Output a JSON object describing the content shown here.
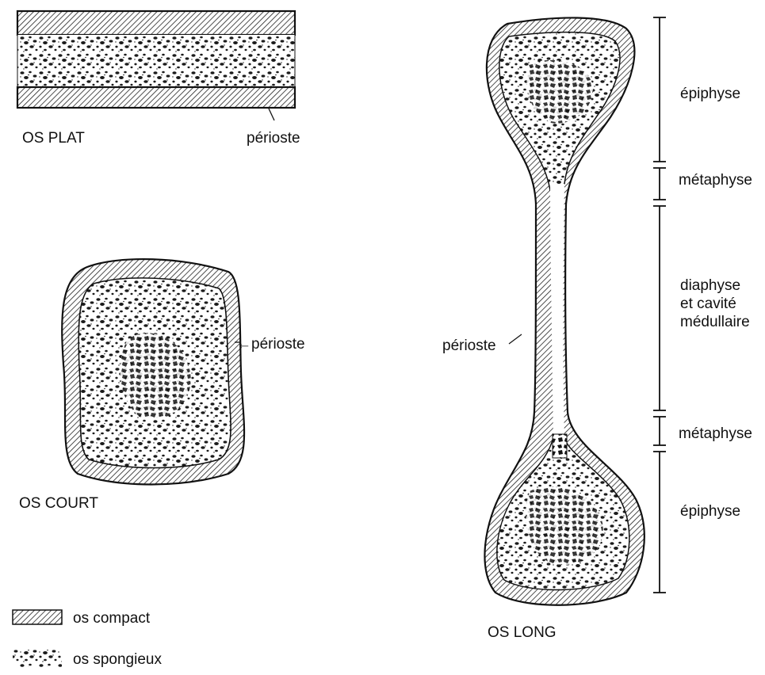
{
  "diagram": {
    "flat_bone": {
      "title": "OS PLAT",
      "periosteum_label": "périoste"
    },
    "short_bone": {
      "title": "OS COURT",
      "periosteum_label": "←périoste"
    },
    "long_bone": {
      "title": "OS LONG",
      "periosteum_label": "périoste",
      "zones": {
        "epiphysis_top": "épiphyse",
        "metaphysis_top": "métaphyse",
        "diaphysis_line1": "diaphyse",
        "diaphysis_line2": "et cavité",
        "diaphysis_line3": "médullaire",
        "metaphysis_bottom": "métaphyse",
        "epiphysis_bottom": "épiphyse"
      }
    },
    "legend": [
      {
        "label": "os compact",
        "pattern": "hatch"
      },
      {
        "label": "os spongieux",
        "pattern": "sponge"
      }
    ]
  }
}
